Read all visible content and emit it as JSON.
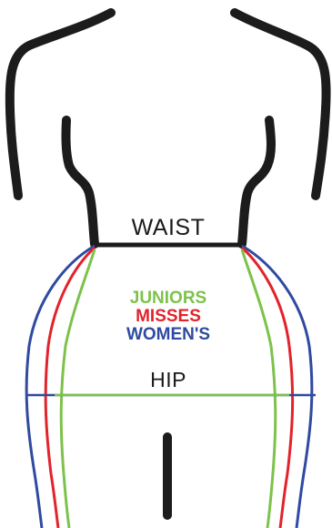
{
  "labels": {
    "waist": "WAIST",
    "hip": "HIP"
  },
  "legend": [
    {
      "label": "JUNIORS",
      "color": "#7dc24b"
    },
    {
      "label": "MISSES",
      "color": "#e2232b"
    },
    {
      "label": "WOMEN'S",
      "color": "#2f4aa0"
    }
  ],
  "colors": {
    "body_outline": "#1c1c1c",
    "juniors": "#7dc24b",
    "misses": "#e2232b",
    "womens": "#2f4aa0",
    "text": "#1a1a1a"
  }
}
